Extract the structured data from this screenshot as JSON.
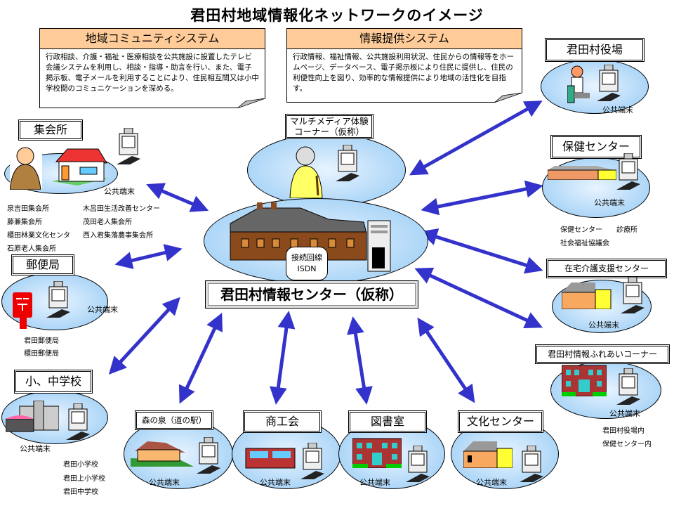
{
  "title": "君田村地域情報化ネットワークのイメージ",
  "systems": {
    "community": {
      "heading": "地域コミュニティシステム",
      "body": "行政相談、介護・福祉・医療相談を公共施設に設置したテレビ会議システムを利用し、相談・指導・助言を行い、また、電子掲示板、電子メールを利用することにより、住民相互間又は小中学校間のコミュニケーションを深める。"
    },
    "information": {
      "heading": "情報提供システム",
      "body": "行政情報、福祉情報、公共施設利用状況、住民からの情報等をホームページ、データベース、電子掲示板により住民に提供し、住民の利便性向上を図り、効率的な情報提供により地域の活性化を目指す。"
    }
  },
  "center": {
    "name": "君田村情報センター（仮称）",
    "line_label": "接続回線",
    "line_type": "ISDN",
    "multimedia_corner": [
      "マルチメディア体験",
      "コーナー（仮称）"
    ]
  },
  "terminal_label": "公共端末",
  "nodes": {
    "shukaisho": {
      "name": "集会所",
      "sites": [
        "泉吉田集会所",
        "木呂田生活改善センター",
        "藤兼集会所",
        "茂田老人集会所",
        "櫃田林業文化センタ",
        "西入君集落農事集会所",
        "石原老人集会所"
      ]
    },
    "post": {
      "name": "郵便局",
      "sites": [
        "君田郵便局",
        "櫃田郵便局"
      ]
    },
    "school": {
      "name": "小、中学校",
      "sites": [
        "君田小学校",
        "君田上小学校",
        "君田中学校"
      ]
    },
    "morinoizumi": {
      "name": "森の泉（道の駅）"
    },
    "shokokai": {
      "name": "商工会"
    },
    "library": {
      "name": "図書室"
    },
    "culture": {
      "name": "文化センター"
    },
    "village_office": {
      "name": "君田村役場"
    },
    "health": {
      "name": "保健センター",
      "sites": [
        "保健センター",
        "診療所",
        "社会福祉協議会"
      ]
    },
    "care": {
      "name": "在宅介護支援センター"
    },
    "fureai": {
      "name": "君田村情報ふれあいコーナー",
      "sites": [
        "君田村役場内",
        "保健センター内"
      ]
    }
  },
  "colors": {
    "arrow": "#3333cc",
    "header_fill": "#ffcc99",
    "ellipse": "#a9d4f7"
  }
}
